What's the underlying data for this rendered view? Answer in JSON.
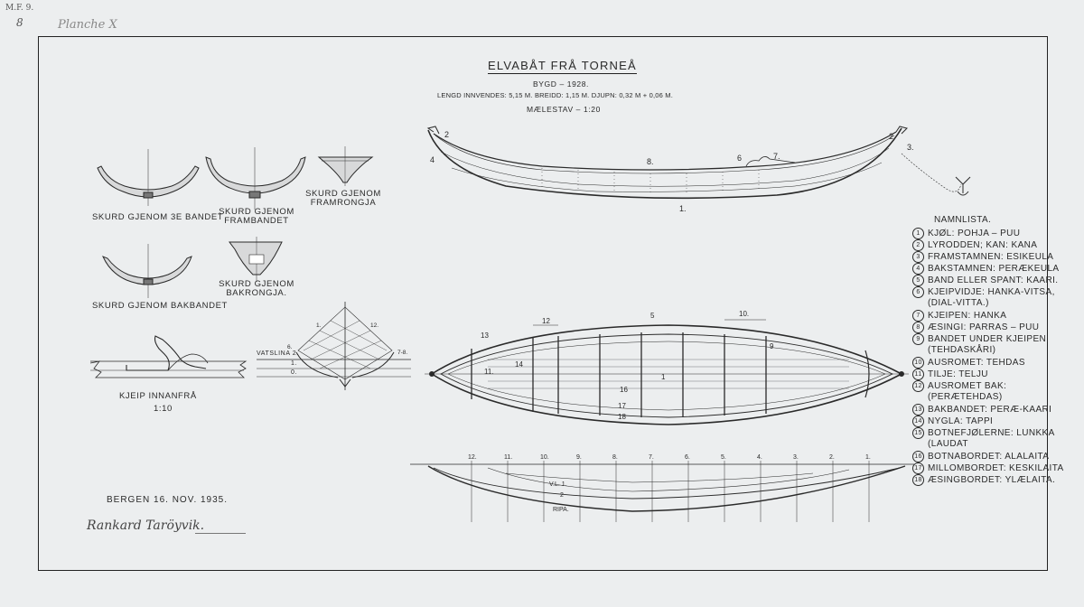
{
  "corner": {
    "mark": "M.F. 9.",
    "sheet_no": "8",
    "plate": "Planche X"
  },
  "title": "ELVABÅT FRÅ TORNEÅ",
  "subtitle": {
    "built": "BYGD – 1928.",
    "dims": "LENGD INNVENDES: 5,15 M. BREIDD: 1,15 M. DJUPN: 0,32 M + 0,06 M.",
    "scale": "MÆLESTAV – 1:20"
  },
  "sections": [
    {
      "label": "SKURD GJENOM 3E BANDET"
    },
    {
      "label": "SKURD GJENOM FRAMBANDET"
    },
    {
      "label": "SKURD GJENOM FRAMRONGJA"
    },
    {
      "label": "SKURD GJENOM BAKBANDET"
    },
    {
      "label": "SKURD GJENOM BAKRONGJA."
    }
  ],
  "detail": {
    "label": "KJEIP INNANFRÅ",
    "scale": "1:10"
  },
  "waterline": {
    "label": "VATSLINA 2.",
    "lines": [
      "1.",
      "0."
    ],
    "marks": [
      "6.",
      "7-8.",
      "1.",
      "12."
    ]
  },
  "side_view_labels": [
    "2",
    "4",
    "8.",
    "6",
    "7.",
    "2",
    "3.",
    "1."
  ],
  "plan_view_labels": [
    "13",
    "12",
    "5",
    "10.",
    "9",
    "14",
    "11.",
    "1",
    "16",
    "17",
    "18"
  ],
  "profile": {
    "stations": [
      "12.",
      "11.",
      "10.",
      "9.",
      "8.",
      "7.",
      "6.",
      "5.",
      "4.",
      "3.",
      "2.",
      "1."
    ],
    "lines": [
      "V.L. 1.",
      "2",
      "RIPA."
    ]
  },
  "signature": {
    "place_date": "BERGEN 16. NOV. 1935.",
    "name": "Rankard Taröyvik."
  },
  "legend": {
    "title": "NAMNLISTA.",
    "items": [
      {
        "n": "1",
        "text": "KJØL: POHJA – PUU"
      },
      {
        "n": "2",
        "text": "LYRODDEN; KAN: KANA"
      },
      {
        "n": "3",
        "text": "FRAMSTAMNEN: ESIKEULA"
      },
      {
        "n": "4",
        "text": "BAKSTAMNEN: PERÆKEULA"
      },
      {
        "n": "5",
        "text": "BAND ELLER SPANT: KAARI."
      },
      {
        "n": "6",
        "text": "KJEIPVIDJE: HANKA-VITSA,"
      },
      {
        "n": "",
        "text": "(DIAL-VITTA.)"
      },
      {
        "n": "7",
        "text": "KJEIPEN: HANKA"
      },
      {
        "n": "8",
        "text": "ÆSINGI: PARRAS – PUU"
      },
      {
        "n": "9",
        "text": "BANDET UNDER KJEIPEN:"
      },
      {
        "n": "",
        "text": "(TEHDASKÅRI)"
      },
      {
        "n": "10",
        "text": "AUSROMET: TEHDAS"
      },
      {
        "n": "11",
        "text": "TILJE: TELJU"
      },
      {
        "n": "12",
        "text": "AUSROMET BAK:"
      },
      {
        "n": "",
        "text": "(PERÆTEHDAS)"
      },
      {
        "n": "13",
        "text": "BAKBANDET: PERÆ-KAARI"
      },
      {
        "n": "14",
        "text": "NYGLA: TAPPI"
      },
      {
        "n": "15",
        "text": "BOTNEFJØLERNE: LUNKKA"
      },
      {
        "n": "",
        "text": "(LAUDAT"
      },
      {
        "n": "16",
        "text": "BOTNABORDET: ALALAITA"
      },
      {
        "n": "17",
        "text": "MILLOMBORDET: KESKILAITA"
      },
      {
        "n": "18",
        "text": "ÆSINGBORDET: YLÆLAITA."
      }
    ]
  }
}
